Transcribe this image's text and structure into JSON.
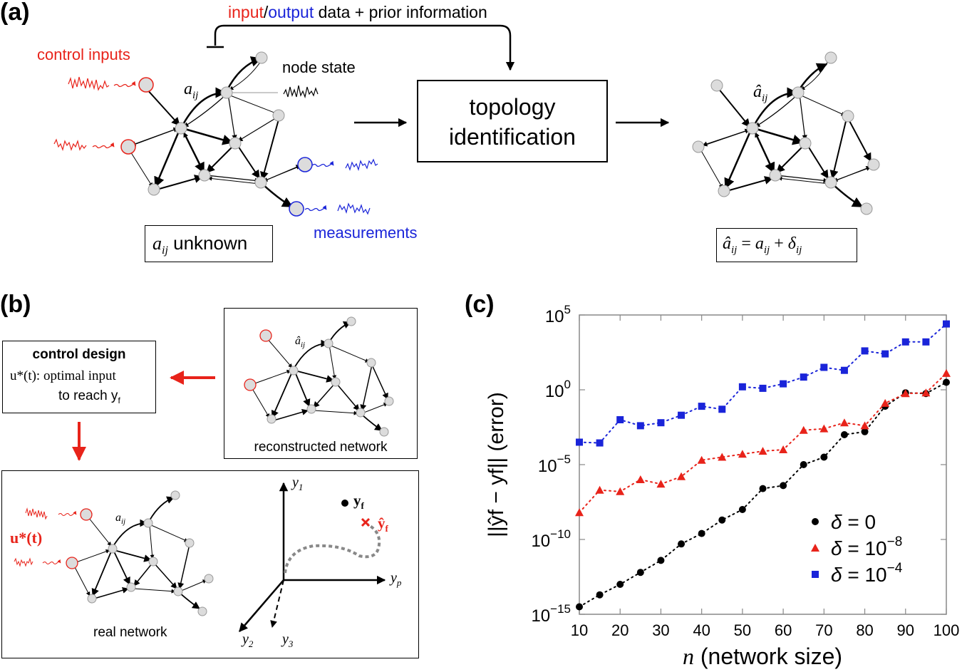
{
  "panel_a": {
    "letter": "(a)",
    "feedback_parts": {
      "input": "input",
      "slash": "/",
      "output": "output",
      "rest": " data + prior information"
    },
    "control_inputs_label": "control inputs",
    "node_state_label": "node state",
    "edge_label": "a",
    "edge_label_sub": "ij",
    "measurements_label": "measurements",
    "box_label_line1": "topology",
    "box_label_line2": "identification",
    "unknown_box": {
      "symbol": "a",
      "sub": "ij",
      "text": " unknown"
    },
    "hat_edge_label": "â",
    "hat_edge_sub": "ij",
    "estimate_box": "â_ij = a_ij + δ_ij",
    "colors": {
      "input": "#e8231a",
      "output": "#1a24d9",
      "node_fill": "#dcdcdc",
      "node_stroke": "#999999"
    }
  },
  "panel_b": {
    "letter": "(b)",
    "control_design_title": "control design",
    "control_design_line1": "u*(t):  optimal input",
    "control_design_line2": "to reach y",
    "control_design_line2_sub": "f",
    "reconstructed_label": "reconstructed network",
    "real_label": "real network",
    "u_star_label": "u*(t)",
    "hat_edge_label": "â",
    "hat_edge_sub": "ij",
    "edge_label": "a",
    "edge_label_sub": "ij",
    "axes": {
      "y1": "y",
      "y1_sub": "1",
      "y2": "y",
      "y2_sub": "2",
      "y3": "y",
      "y3_sub": "3",
      "yp": "y",
      "yp_sub": "p"
    },
    "target_label": "y",
    "target_sub": "f",
    "reached_label": "ŷ",
    "reached_sub": "f"
  },
  "chart_data": {
    "type": "scatter",
    "panel_letter": "(c)",
    "xlabel": "n (network size)",
    "ylabel": "||ŷf − yf|| (error)",
    "x": [
      10,
      15,
      20,
      25,
      30,
      35,
      40,
      45,
      50,
      55,
      60,
      65,
      70,
      75,
      80,
      85,
      90,
      95,
      100
    ],
    "xlim": [
      10,
      100
    ],
    "xticks": [
      "10",
      "20",
      "30",
      "40",
      "50",
      "60",
      "70",
      "80",
      "90",
      "100"
    ],
    "yscale": "log",
    "ylim_exponent": [
      -15,
      5
    ],
    "yticks": [
      {
        "base": "10",
        "exp": "5"
      },
      {
        "base": "10",
        "exp": "0"
      },
      {
        "base": "10",
        "exp": "−5"
      },
      {
        "base": "10",
        "exp": "−10"
      },
      {
        "base": "10",
        "exp": "−15"
      }
    ],
    "series": [
      {
        "name": "δ = 0",
        "legend_prefix": "δ = ",
        "legend_base": "0",
        "legend_exp": "",
        "color": "#000000",
        "marker": "circle",
        "log10_values": [
          -14.5,
          -13.7,
          -13.0,
          -12.2,
          -11.4,
          -10.3,
          -9.6,
          -8.7,
          -8.0,
          -6.6,
          -6.4,
          -5.0,
          -4.5,
          -3.0,
          -2.8,
          -1.1,
          -0.2,
          -0.25,
          0.5
        ]
      },
      {
        "name": "δ = 10^-8",
        "legend_prefix": "δ = ",
        "legend_base": "10",
        "legend_exp": "−8",
        "color": "#e8231a",
        "marker": "triangle",
        "log10_values": [
          -8.2,
          -6.7,
          -6.8,
          -6.0,
          -6.3,
          -5.8,
          -4.7,
          -4.5,
          -4.3,
          -4.1,
          -4.0,
          -2.7,
          -2.6,
          -2.2,
          -2.4,
          -0.9,
          -0.25,
          -0.2,
          1.1
        ]
      },
      {
        "name": "δ = 10^-4",
        "legend_prefix": "δ = ",
        "legend_base": "10",
        "legend_exp": "−4",
        "color": "#1a24d9",
        "marker": "square",
        "log10_values": [
          -3.5,
          -3.55,
          -2.0,
          -2.4,
          -2.2,
          -1.7,
          -1.1,
          -1.3,
          0.2,
          0.1,
          0.4,
          0.85,
          1.5,
          1.3,
          2.6,
          2.4,
          3.2,
          3.2,
          4.4
        ]
      }
    ],
    "legend_position": "bottom-right",
    "grid": false
  }
}
